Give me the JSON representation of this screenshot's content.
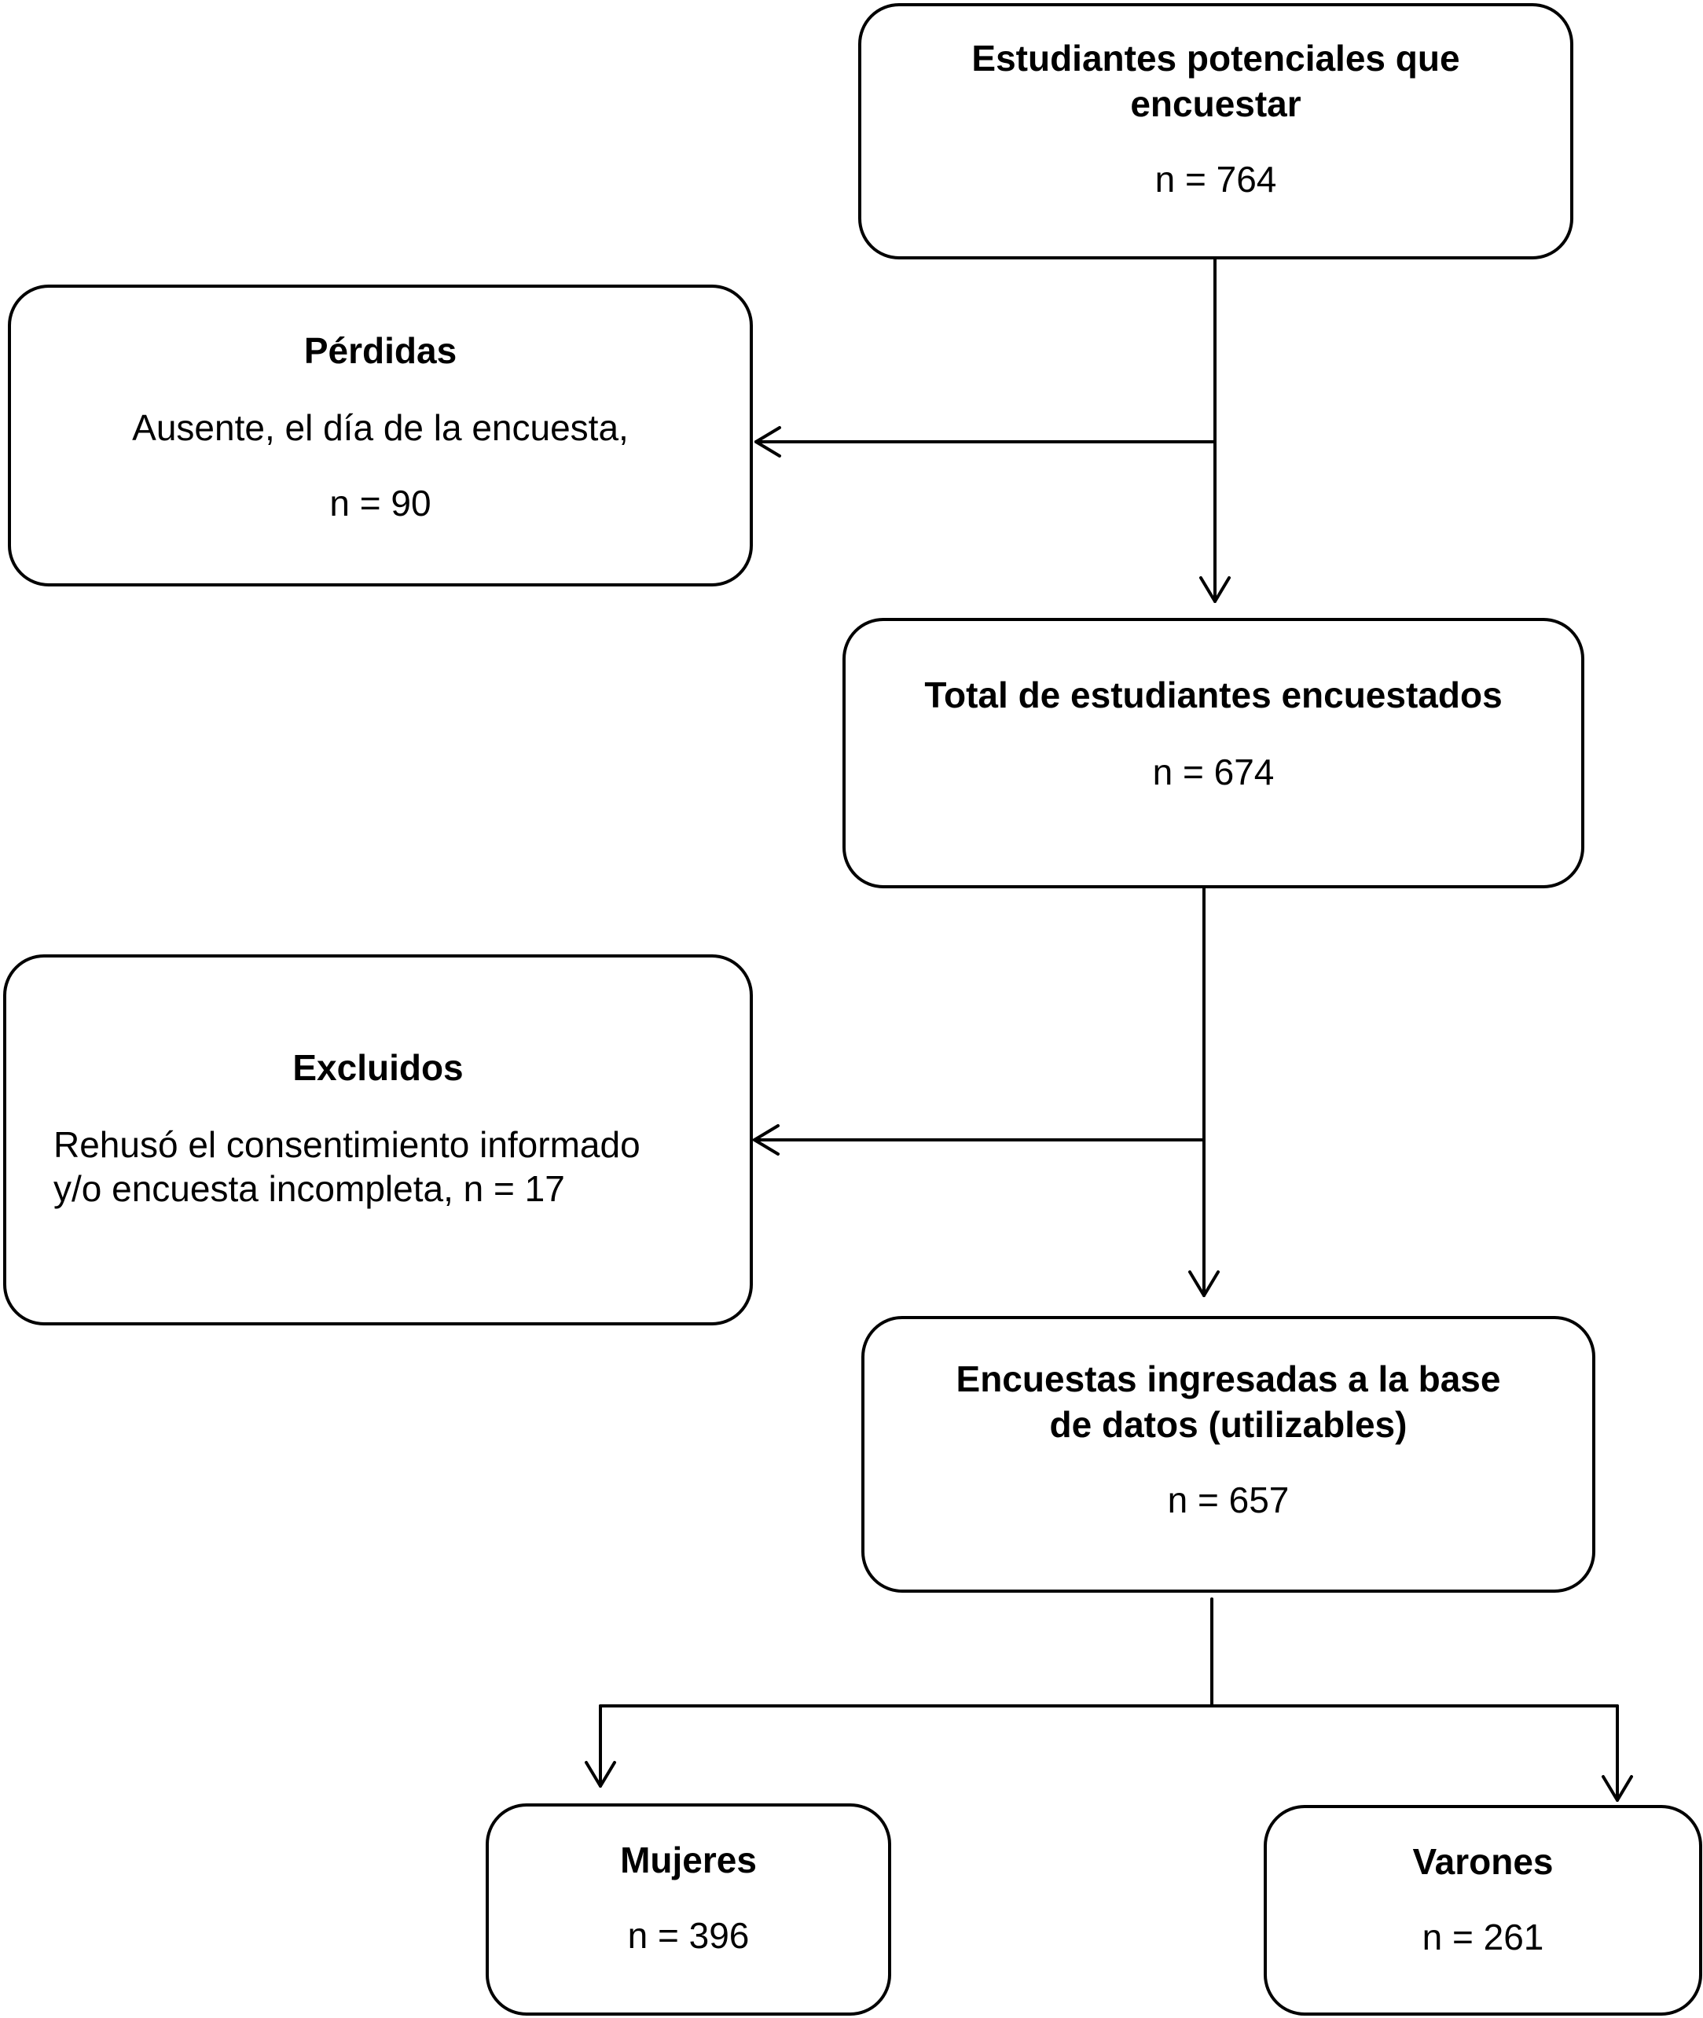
{
  "nodes": {
    "potenciales": {
      "title_lines": [
        "Estudiantes potenciales que",
        "encuestar"
      ],
      "count": "n = 764"
    },
    "perdidas": {
      "title": "Pérdidas",
      "detail": "Ausente, el día de la encuesta,",
      "count": "n = 90"
    },
    "encuestados": {
      "title": "Total de estudiantes encuestados",
      "count": "n = 674"
    },
    "excluidos": {
      "title": "Excluidos",
      "detail_lines": [
        "Rehusó el consentimiento informado",
        "y/o encuesta incompleta, n = 17"
      ]
    },
    "utilizables": {
      "title_lines": [
        "Encuestas ingresadas a la base",
        "de datos (utilizables)"
      ],
      "count": "n = 657"
    },
    "mujeres": {
      "title": "Mujeres",
      "count": "n = 396"
    },
    "varones": {
      "title": "Varones",
      "count": "n = 261"
    }
  },
  "edges": [
    {
      "from": "potenciales",
      "to": "encuestados"
    },
    {
      "from": "potenciales",
      "to": "perdidas"
    },
    {
      "from": "encuestados",
      "to": "utilizables"
    },
    {
      "from": "encuestados",
      "to": "excluidos"
    },
    {
      "from": "utilizables",
      "to": "mujeres"
    },
    {
      "from": "utilizables",
      "to": "varones"
    }
  ]
}
